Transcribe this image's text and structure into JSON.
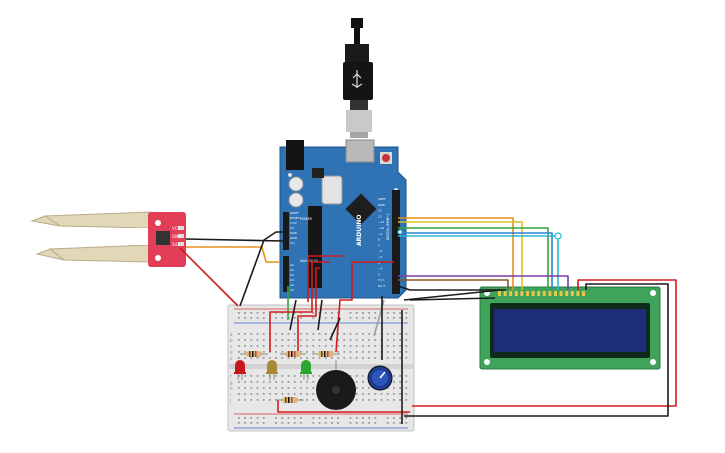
{
  "arduino": {
    "brand": "ARDUINO",
    "pin_labels": [
      "AREF",
      "GND",
      "13",
      "12",
      "~11",
      "~10",
      "~9",
      "8",
      "7",
      "~6",
      "~5",
      "4",
      "~3",
      "2",
      "TX 1",
      "RX 0"
    ],
    "power_labels": [
      "IOREF",
      "RESET",
      "3.3V",
      "5V",
      "GND",
      "GND",
      "Vin"
    ],
    "analog_labels": [
      "A0",
      "A1",
      "A2",
      "A3",
      "A4",
      "A5"
    ],
    "section_labels": {
      "power": "POWER",
      "analog": "ANALOG IN",
      "digital": "DIGITAL (PWM~)"
    }
  },
  "sensor": {
    "pin_labels": [
      "VCC",
      "GND",
      "SIG"
    ]
  },
  "lcd": {
    "display_text": ""
  },
  "breadboard": {
    "row_letters_top": [
      "a",
      "b",
      "c",
      "d",
      "e"
    ],
    "row_letters_bottom": [
      "f",
      "g",
      "h",
      "i",
      "j"
    ]
  },
  "leds": [
    {
      "name": "red",
      "color": "#c4181e"
    },
    {
      "name": "amber",
      "color": "#a88a38"
    },
    {
      "name": "green",
      "color": "#2aa52e"
    }
  ],
  "wire_colors": {
    "red": "#d21c1c",
    "black": "#1b1b1b",
    "orange": "#e3921e",
    "yellow": "#dcc21a",
    "green": "#36a53b",
    "blue": "#2a84d6",
    "cyan": "#28b7d2",
    "purple": "#7b3ca8",
    "brown": "#8b5527",
    "gray": "#9e9e9e"
  },
  "board_color": "#2f73b4",
  "lcd_color": "#3fa35a"
}
